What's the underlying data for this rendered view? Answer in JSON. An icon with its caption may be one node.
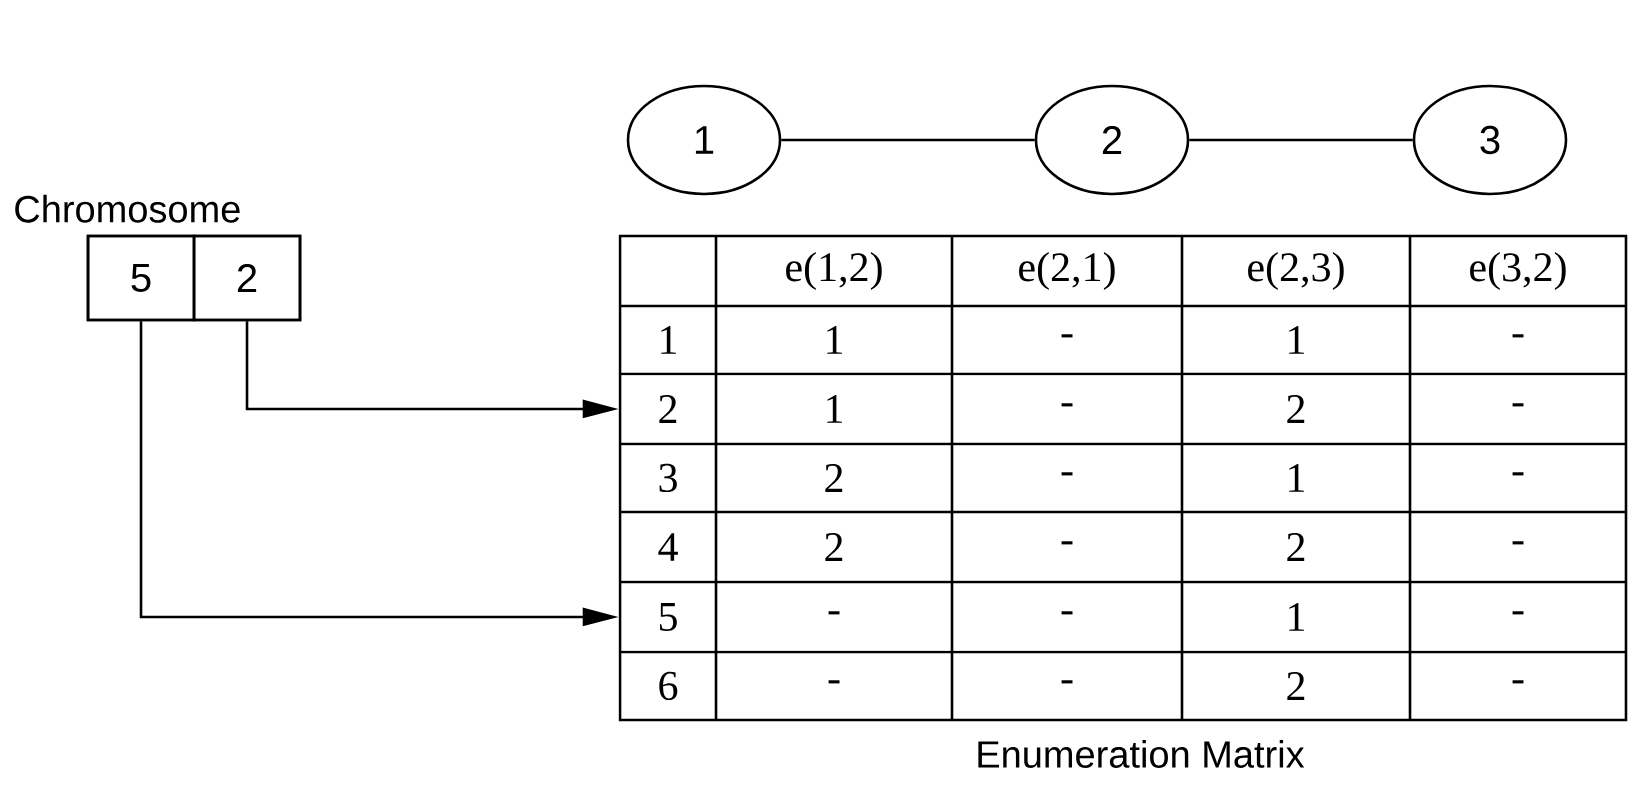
{
  "diagram": {
    "nodes": [
      {
        "text": [
          "1"
        ]
      },
      {
        "text": [
          "2"
        ]
      },
      {
        "text": [
          "3"
        ]
      },
      {
        "text": [
          "Chromosome"
        ]
      },
      {
        "text": [
          "5"
        ],
        "in": 3
      },
      {
        "text": [
          "2"
        ],
        "in": 3
      },
      {
        "text": [
          "2"
        ]
      },
      {
        "text": [
          "5"
        ]
      }
    ],
    "edges": [
      {
        "from": 0,
        "to": 1,
        "arrow": "none"
      },
      {
        "from": 1,
        "to": 2,
        "arrow": "none"
      },
      {
        "from": 5,
        "to": 6,
        "arrow": "to"
      },
      {
        "from": 4,
        "to": 7,
        "arrow": "to"
      }
    ],
    "labels": [
      "e(1,2)",
      "e(2,1)",
      "e(2,3)",
      "e(3,2)",
      "1",
      "1",
      "-",
      "1",
      "-",
      "1",
      "-",
      "2",
      "-",
      "3",
      "2",
      "-",
      "1",
      "-",
      "4",
      "2",
      "-",
      "2",
      "-",
      "-",
      "-",
      "1",
      "-",
      "6",
      "-",
      "-",
      "2",
      "-",
      "Enumeration Matrix"
    ]
  }
}
